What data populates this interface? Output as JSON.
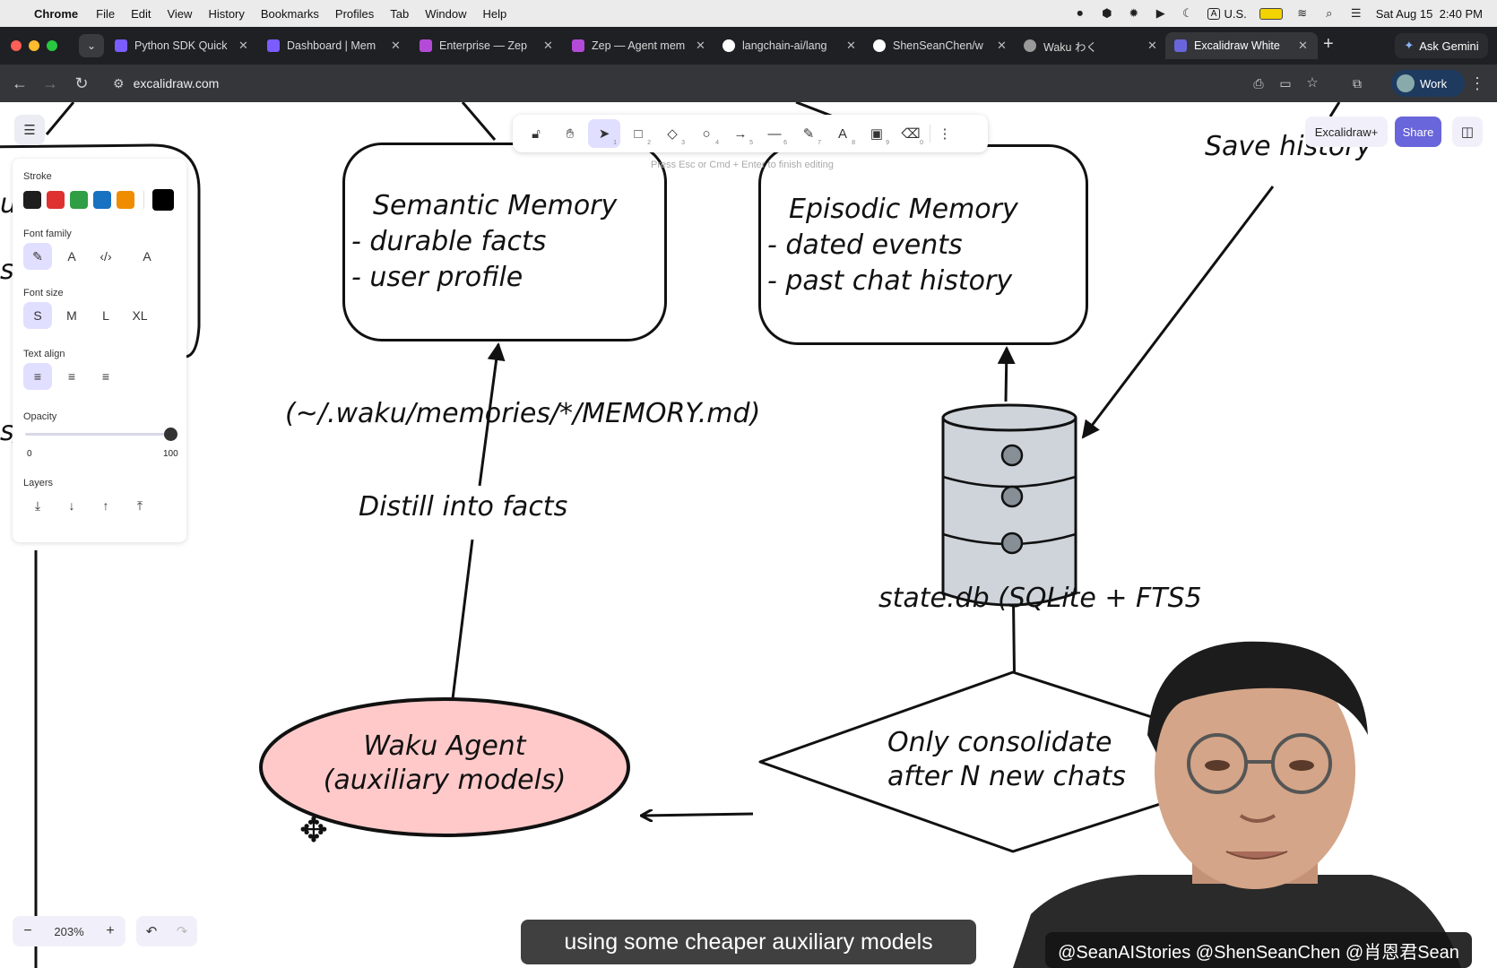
{
  "menubar": {
    "app": "Chrome",
    "items": [
      "File",
      "Edit",
      "View",
      "History",
      "Bookmarks",
      "Profiles",
      "Tab",
      "Window",
      "Help"
    ],
    "input_source": "U.S.",
    "datetime": "Sat Aug 15  2:40 PM"
  },
  "tabs": [
    {
      "title": "Python SDK Quick",
      "icon": "sdk-icon",
      "color": "#7b5cff"
    },
    {
      "title": "Dashboard | Mem",
      "icon": "sdk-icon",
      "color": "#7b5cff"
    },
    {
      "title": "Enterprise — Zep",
      "icon": "zep-icon",
      "color": "#b44ad8"
    },
    {
      "title": "Zep — Agent mem",
      "icon": "zep-icon",
      "color": "#b44ad8"
    },
    {
      "title": "langchain-ai/lang",
      "icon": "github-icon",
      "color": "#ffffff"
    },
    {
      "title": "ShenSeanChen/w",
      "icon": "github-icon",
      "color": "#ffffff"
    },
    {
      "title": "Waku わく",
      "icon": "globe-icon",
      "color": "#aaaaaa"
    },
    {
      "title": "Excalidraw White",
      "icon": "excalidraw-icon",
      "color": "#6965db",
      "active": true
    }
  ],
  "ask_gemini": "Ask Gemini",
  "address": {
    "url": "excalidraw.com",
    "profile": "Work"
  },
  "toolbar": {
    "tools": [
      {
        "name": "lock",
        "glyph": "🔓︎",
        "n": ""
      },
      {
        "name": "hand",
        "glyph": "✋︎",
        "n": ""
      },
      {
        "name": "selection",
        "glyph": "➤",
        "n": "1"
      },
      {
        "name": "rectangle",
        "glyph": "□",
        "n": "2"
      },
      {
        "name": "diamond",
        "glyph": "◇",
        "n": "3"
      },
      {
        "name": "ellipse",
        "glyph": "○",
        "n": "4"
      },
      {
        "name": "arrow",
        "glyph": "→",
        "n": "5"
      },
      {
        "name": "line",
        "glyph": "—",
        "n": "6"
      },
      {
        "name": "draw",
        "glyph": "✎",
        "n": "7"
      },
      {
        "name": "text",
        "glyph": "A",
        "n": "8"
      },
      {
        "name": "image",
        "glyph": "▣",
        "n": "9"
      },
      {
        "name": "eraser",
        "glyph": "⌫",
        "n": "0"
      },
      {
        "name": "more",
        "glyph": "⋮",
        "n": ""
      }
    ],
    "hint": "Press Esc or Cmd + Enter to finish editing"
  },
  "top_right": {
    "plus_label": "Excalidraw+",
    "share_label": "Share"
  },
  "panel": {
    "stroke_label": "Stroke",
    "stroke_colors": [
      "#1e1e1e",
      "#e03131",
      "#2f9e44",
      "#1971c2",
      "#f08c00"
    ],
    "current_stroke": "#000000",
    "font_family_label": "Font family",
    "font_size_label": "Font size",
    "font_sizes": [
      "S",
      "M",
      "L",
      "XL"
    ],
    "text_align_label": "Text align",
    "opacity_label": "Opacity",
    "opacity_min": "0",
    "opacity_max": "100",
    "opacity_value": 100,
    "layers_label": "Layers"
  },
  "diagram": {
    "semantic": {
      "title": "Semantic Memory",
      "line1": "- durable facts",
      "line2": "- user profile"
    },
    "episodic": {
      "title": "Episodic Memory",
      "line1": "- dated events",
      "line2": "- past chat history"
    },
    "save_history": "Save history",
    "memory_path": "(~/.waku/memories/*/MEMORY.md)",
    "distill": "Distill into facts",
    "statedb": "state.db (SQLite + FTS5",
    "agent_line1": "Waku Agent",
    "agent_line2": "(auxiliary models)",
    "agent_fill": "#ffc9c9",
    "decision_line1": "Only consolidate",
    "decision_line2": "after N new chats",
    "cut_left_1": "u",
    "cut_left_2": "s",
    "cut_left_3": "s/"
  },
  "zoom": {
    "level": "203%"
  },
  "subtitle": "using some cheaper auxiliary models",
  "handle": "@SeanAIStories @ShenSeanChen @肖恩君Sean"
}
